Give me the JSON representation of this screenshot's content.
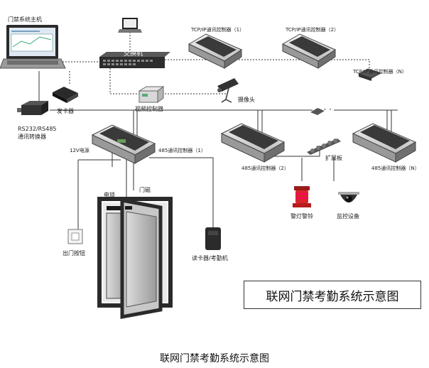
{
  "labels": {
    "host": "门禁系统主机",
    "switch": "交换机",
    "tcp1": "TCP/IP通讯控制器（1）",
    "tcp2": "TCP/IP通讯控制器（2）",
    "tcpn": "TCP/IP通讯控制器（N）",
    "camera": "摄像头",
    "video_ctrl": "视频控制器",
    "card_issuer": "发卡器",
    "converter_line1": "RS232/RS485",
    "converter_line2": "通讯转换器",
    "power": "12V电源",
    "c485_1": "485通讯控制器（1）",
    "c485_2": "485通讯控制器（2）",
    "c485_n": "485通讯控制器（N）",
    "expansion": "扩展板",
    "lock": "电锁",
    "magnet": "门磁",
    "exit_button": "出门按钮",
    "reader": "读卡器/考勤机",
    "alarm": "警灯警铃",
    "monitor": "监控设备",
    "dots": "· · ·",
    "box_title": "联网门禁考勤系统示意图",
    "caption": "联网门禁考勤系统示意图"
  }
}
